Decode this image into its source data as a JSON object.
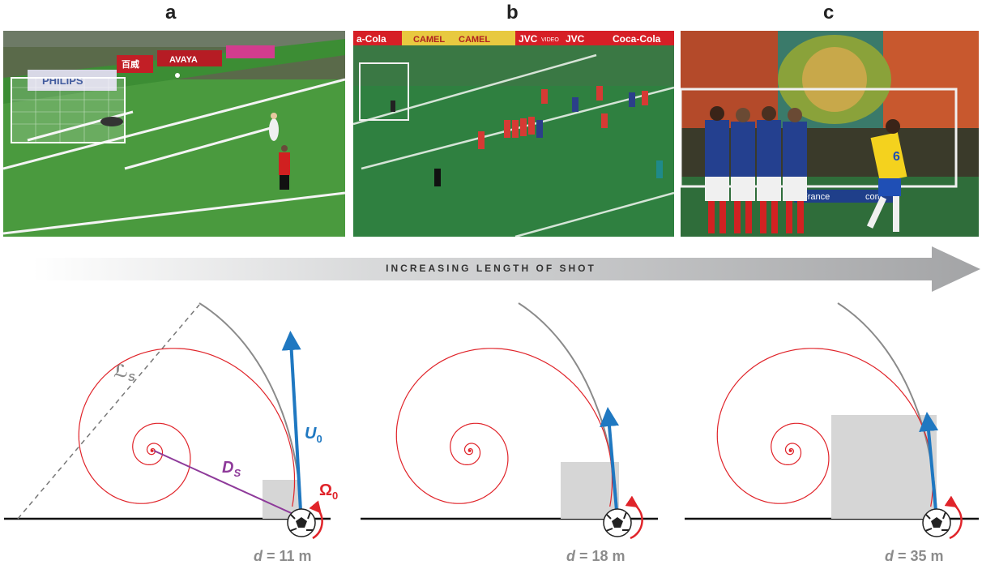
{
  "panels": [
    {
      "letter": "a",
      "distance": "11 m"
    },
    {
      "letter": "b",
      "distance": "18 m"
    },
    {
      "letter": "c",
      "distance": "35 m"
    }
  ],
  "arrow_label": "INCREASING LENGTH OF SHOT",
  "distance_symbol": "d",
  "distance_equals": " = ",
  "symbols": {
    "Ls": "ℒ",
    "Ls_sub": "S",
    "Ds": "D",
    "Ds_sub": "S",
    "U0": "U",
    "U0_sub": "0",
    "Omega0": "Ω",
    "Omega0_sub": "0"
  },
  "photo_signage": {
    "a": [
      "PHILIPS",
      "AVAYA",
      "百威"
    ],
    "b": [
      "a-Cola",
      "CAMEL",
      "CAMEL",
      "JVC",
      "VIDEO",
      "JVC",
      "Coca-Cola"
    ],
    "c": [
      "France",
      "com"
    ]
  },
  "colors": {
    "spiral": "#e0242a",
    "trajectory": "#8a8a8a",
    "velocity": "#1f78c1",
    "distance_line": "#8e3a9a",
    "obstacle": "#d6d6d6",
    "arrow": "#a9aaac",
    "pitch": "#3f9a3a"
  }
}
